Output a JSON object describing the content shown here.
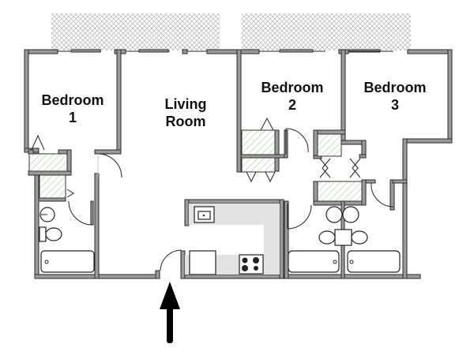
{
  "diagram": {
    "type": "floor-plan",
    "rooms": [
      {
        "id": "bedroom-1",
        "label_line1": "Bedroom",
        "label_line2": "1"
      },
      {
        "id": "living-room",
        "label_line1": "Living",
        "label_line2": "Room"
      },
      {
        "id": "bedroom-2",
        "label_line1": "Bedroom",
        "label_line2": "2"
      },
      {
        "id": "bedroom-3",
        "label_line1": "Bedroom",
        "label_line2": "3"
      }
    ],
    "entrance": {
      "label": "entrance-arrow",
      "direction": "up"
    },
    "fixtures": [
      "kitchen-sink",
      "stove",
      "refrigerator",
      "bathroom-1",
      "bathroom-2",
      "bathroom-3",
      "balcony-1",
      "balcony-2"
    ],
    "colors": {
      "wall_fill": "#9a9a9a",
      "wall_stroke": "#2a2a2a",
      "closet_hatch": "#b8d8b0",
      "counter": "#e3e3e3",
      "balcony_pattern": "#bdbdbd"
    }
  }
}
